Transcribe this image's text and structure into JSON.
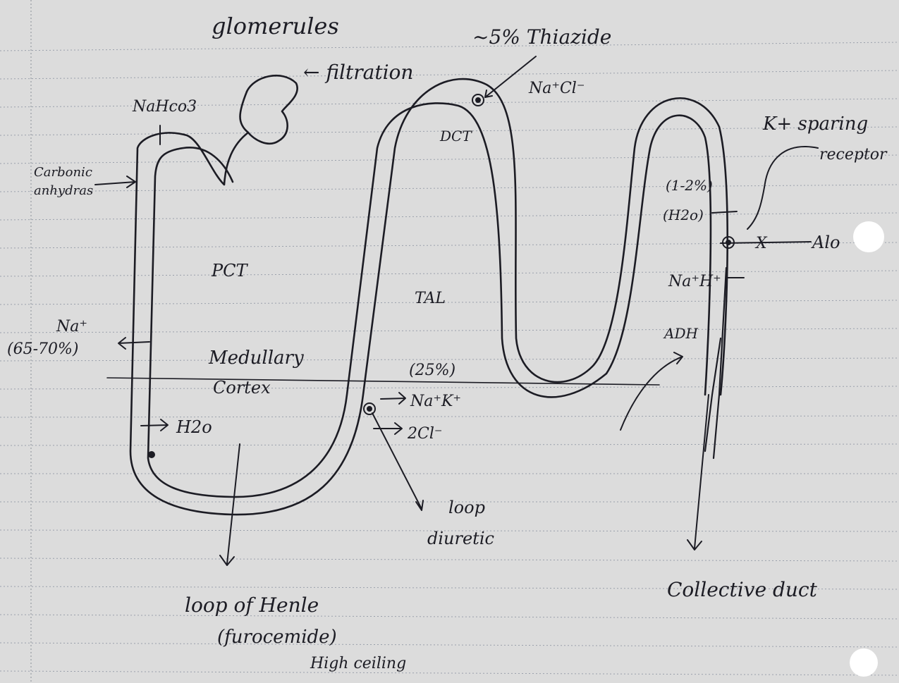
{
  "labels": {
    "glomerules": "glomerules",
    "filtration": "← filtration",
    "nahco3": "NaHco3",
    "carbonic": "Carbonic",
    "anhydrase": "anhydras",
    "pct": "PCT",
    "na": "Na⁺",
    "na_pct": "(65-70%)",
    "medullary": "Medullary",
    "cortex": "Cortex",
    "h2o": "H2o",
    "loop_of_henle": "loop of Henle",
    "furosemide": "(furocemide)",
    "high_ceiling": "High ceiling",
    "thiazide": "~5% Thiazide",
    "nacl": "Na⁺Cl⁻",
    "dct": "DCT",
    "tal": "TAL",
    "tal_pct": "(25%)",
    "nak": "Na⁺K⁺",
    "two_cl": "2Cl⁻",
    "loop": "loop",
    "diuretic": "diuretic",
    "k_sparing": "K+ sparing",
    "receptor": "receptor",
    "cd_pct": "(1-2%)",
    "cd_h2o": "(H2o)",
    "x_mark": "X",
    "aldo": "Alo",
    "na_h": "Na⁺H⁺",
    "adh": "ADH",
    "collective_duct": "Collective duct"
  }
}
